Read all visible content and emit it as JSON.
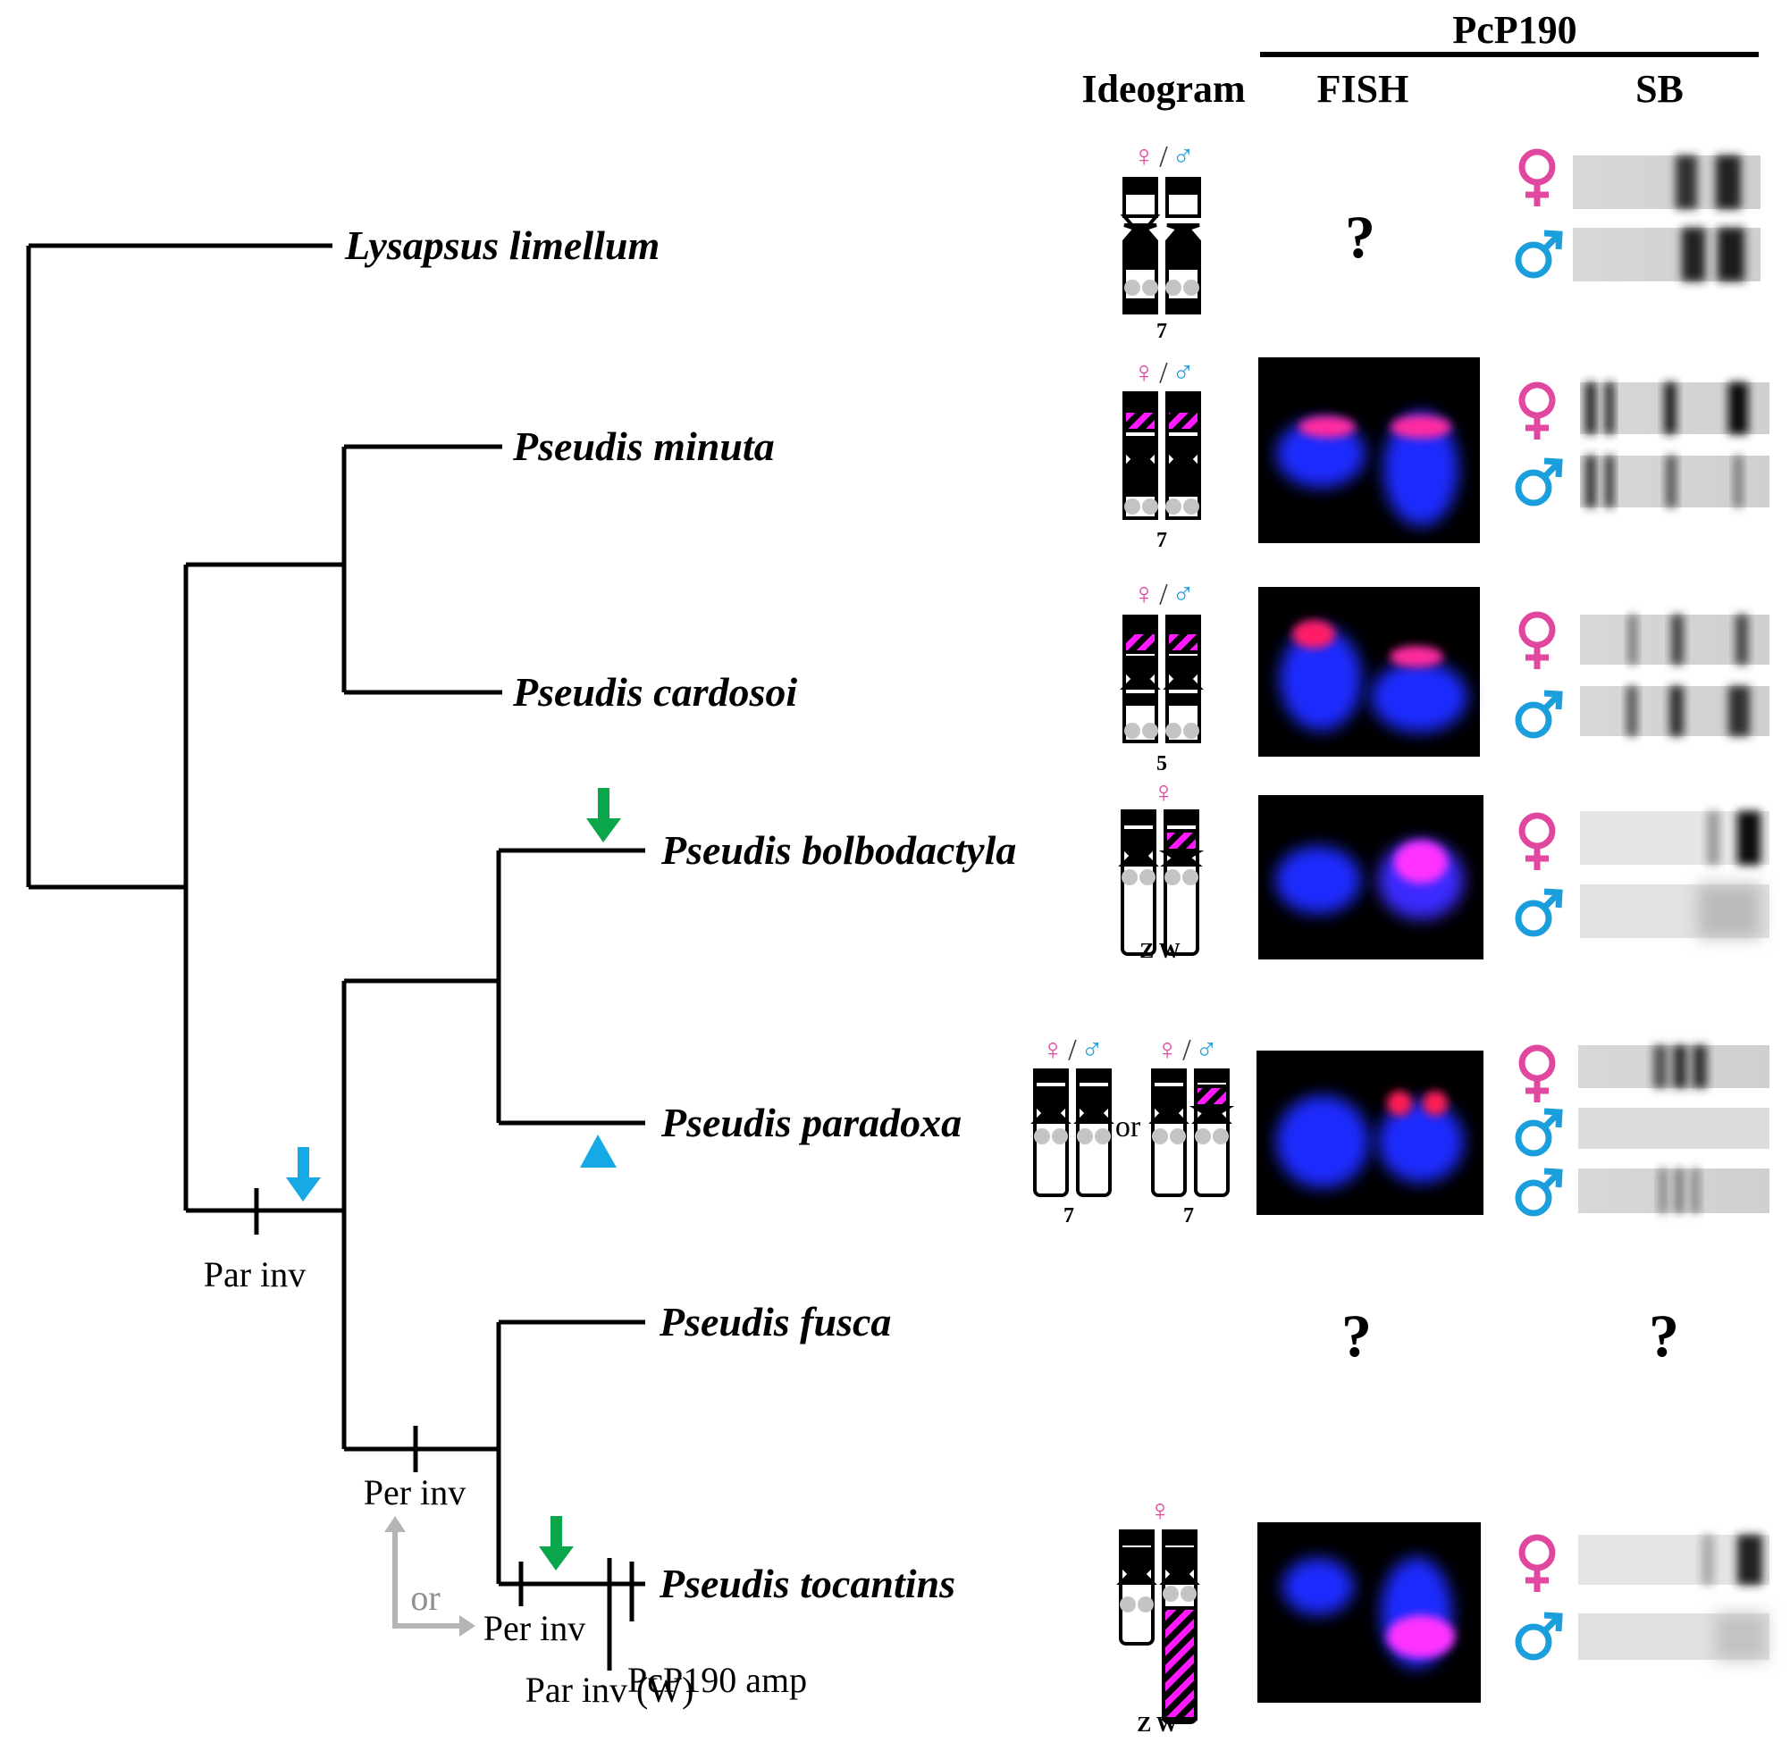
{
  "header": {
    "gene": "PcP190",
    "ideogram": "Ideogram",
    "fish": "FISH",
    "sb": "SB"
  },
  "symbols": {
    "female": "♀",
    "male": "♂",
    "both_slash": "/",
    "unknown": "?",
    "or": "or"
  },
  "colors": {
    "female": "#e0479e",
    "male": "#1a9fdc",
    "probe": "#ff1aff",
    "dapi": "#1f2bff",
    "green_arrow": "#0aa64a",
    "blue_arrow": "#17a9e6",
    "gray_arrow": "#b5b5b5"
  },
  "species": [
    {
      "id": "lysapsus",
      "name": "Lysapsus limellum",
      "chrom": "7"
    },
    {
      "id": "minuta",
      "name": "Pseudis minuta",
      "chrom": "7"
    },
    {
      "id": "cardosoi",
      "name": "Pseudis cardosoi",
      "chrom": "5"
    },
    {
      "id": "bolbodactyla",
      "name": "Pseudis bolbodactyla",
      "chrom": "Z W"
    },
    {
      "id": "paradoxa",
      "name": "Pseudis paradoxa",
      "chrom": "7"
    },
    {
      "id": "fusca",
      "name": "Pseudis fusca",
      "chrom": ""
    },
    {
      "id": "tocantins",
      "name": "Pseudis tocantins",
      "chrom": "Z  W"
    }
  ],
  "events": {
    "par_inv": "Par inv",
    "per_inv_1": "Per inv",
    "per_inv_2": "Per inv",
    "par_inv_w": "Par inv (W)",
    "amp": "PcP190 amp",
    "or_label": "or"
  }
}
